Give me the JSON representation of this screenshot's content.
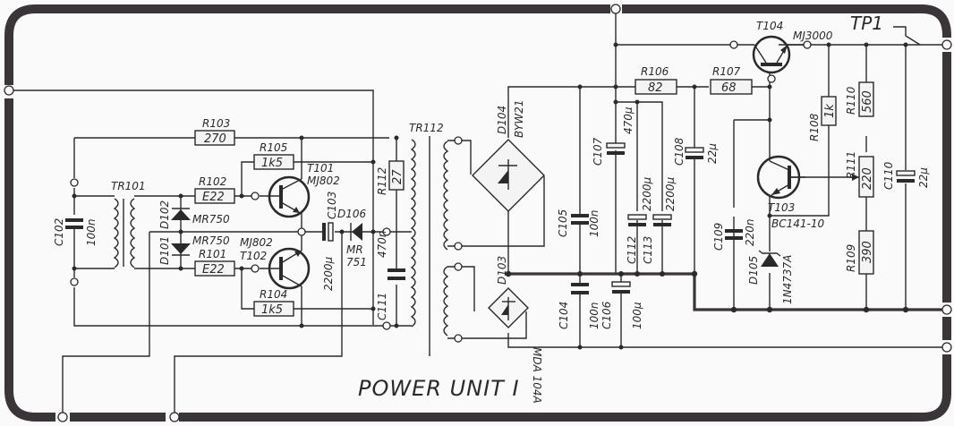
{
  "title": "POWER UNIT I",
  "test_point": "TP1",
  "transformers": {
    "tr101": "TR101",
    "tr112": "TR112"
  },
  "resistors": {
    "r101": {
      "ref": "R101",
      "value": "E22"
    },
    "r102": {
      "ref": "R102",
      "value": "E22"
    },
    "r103": {
      "ref": "R103",
      "value": "270"
    },
    "r104": {
      "ref": "R104",
      "value": "1k5"
    },
    "r105": {
      "ref": "R105",
      "value": "1k5"
    },
    "r106": {
      "ref": "R106",
      "value": "82"
    },
    "r107": {
      "ref": "R107",
      "value": "68"
    },
    "r108": {
      "ref": "R108",
      "value": "1k"
    },
    "r109": {
      "ref": "R109",
      "value": "390"
    },
    "r110": {
      "ref": "R110",
      "value": "560"
    },
    "r111": {
      "ref": "R111",
      "value": "220"
    },
    "r112": {
      "ref": "R112",
      "value": "27"
    }
  },
  "capacitors": {
    "c102": {
      "ref": "C102",
      "value": "100n"
    },
    "c103": {
      "ref": "C103",
      "value": "2200µ"
    },
    "c104": {
      "ref": "C104",
      "value": "100n"
    },
    "c105": {
      "ref": "C105",
      "value": "100n"
    },
    "c106": {
      "ref": "C106",
      "value": "100µ"
    },
    "c107": {
      "ref": "C107",
      "value": "470µ"
    },
    "c108": {
      "ref": "C108",
      "value": "22µ"
    },
    "c109": {
      "ref": "C109",
      "value": "220n"
    },
    "c110": {
      "ref": "C110",
      "value": "22µ"
    },
    "c111": {
      "ref": "C111",
      "value": "470n"
    },
    "c112": {
      "ref": "C112",
      "value": "2200µ"
    },
    "c113": {
      "ref": "C113",
      "value": "2200µ"
    }
  },
  "diodes": {
    "d101": {
      "ref": "D101",
      "part": "MR750"
    },
    "d102": {
      "ref": "D102",
      "part": "MR750"
    },
    "d103": {
      "ref": "D103",
      "part": "MDA 104A"
    },
    "d104": {
      "ref": "D104",
      "part": "BYW21"
    },
    "d105": {
      "ref": "D105",
      "part": "1N4737A"
    },
    "d106": {
      "ref": "D106",
      "part": "MR",
      "part2": "751"
    }
  },
  "transistors": {
    "t101": {
      "ref": "T101",
      "part": "MJ802"
    },
    "t102": {
      "ref": "T102",
      "part": "MJ802"
    },
    "t103": {
      "ref": "T103",
      "part": "BC141-10"
    },
    "t104": {
      "ref": "T104",
      "part": "MJ3000"
    }
  }
}
